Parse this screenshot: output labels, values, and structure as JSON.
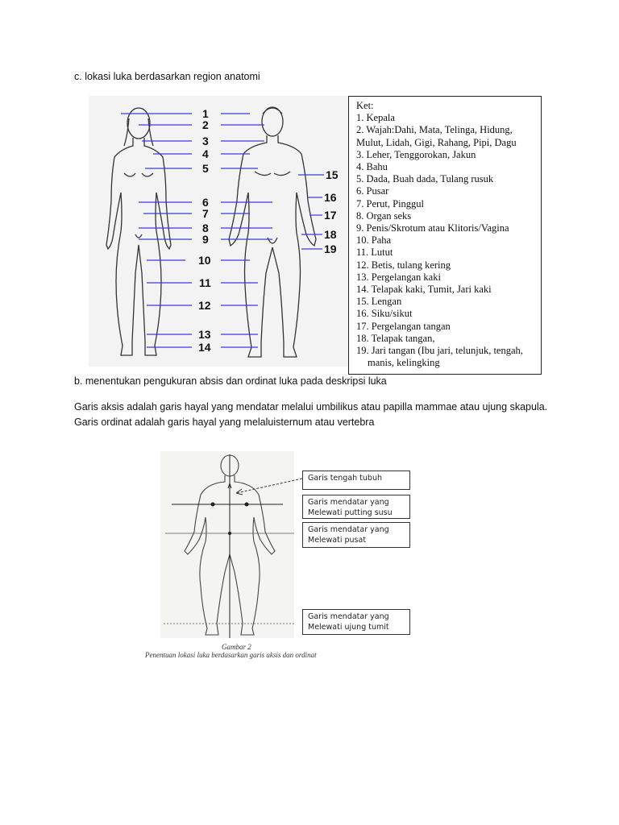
{
  "section_c_heading": "c. lokasi luka berdasarkan region anatomi",
  "figure1": {
    "numbers": [
      "1",
      "2",
      "3",
      "4",
      "5",
      "6",
      "7",
      "8",
      "9",
      "10",
      "11",
      "12",
      "13",
      "14",
      "15",
      "16",
      "17",
      "18",
      "19"
    ]
  },
  "legend": {
    "title": "Ket:",
    "items": [
      "1. Kepala",
      "2. Wajah:Dahi, Mata, Telinga, Hidung,",
      "Mulut, Lidah, Gigi, Rahang, Pipi, Dagu",
      "3. Leher, Tenggorokan, Jakun",
      "4. Bahu",
      "5. Dada, Buah dada, Tulang rusuk",
      "6. Pusar",
      "7. Perut, Pinggul",
      "8. Organ seks",
      "9. Penis/Skrotum atau Klitoris/Vagina",
      "10. Paha",
      "11. Lutut",
      "12. Betis, tulang kering",
      "13. Pergelangan kaki",
      "14. Telapak kaki, Tumit, Jari kaki",
      "15. Lengan",
      "16. Siku/sikut",
      "17. Pergelangan tangan",
      "18. Telapak tangan,",
      "19. Jari tangan (Ibu jari, telunjuk, tengah,",
      "manis, kelingking"
    ]
  },
  "section_b_heading": "b. menentukan pengukuran absis dan ordinat luka pada deskripsi luka",
  "paragraph": "Garis aksis adalah garis hayal yang mendatar melalui umbilikus atau papilla mammae atau ujung skapula. Garis ordinat adalah garis hayal yang melaluisternum atau vertebra",
  "figure2": {
    "callouts": [
      "Garis tengah tubuh",
      "Garis mendatar yang Melewati putting susu",
      "Garis mendatar yang Melewati pusat",
      "Garis mendatar yang Melewati ujung tumit"
    ],
    "caption_title": "Gambar 2",
    "caption_text": "Penentuan lokasi luka berdasarkan garis aksis dan ordinat"
  }
}
